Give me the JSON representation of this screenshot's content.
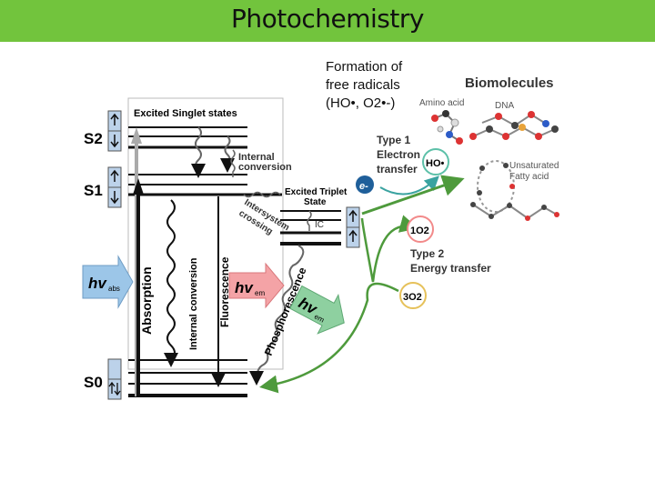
{
  "slide": {
    "title": "Photochemistry",
    "note_line1": "Formation of",
    "note_line2": "free radicals",
    "note_line3": "(HO•, O2•-)"
  },
  "diagram": {
    "excited_singlet": "Excited Singlet states",
    "s2": "S2",
    "s1": "S1",
    "s0": "S0",
    "internal_conversion_top1": "Internal",
    "internal_conversion_top2": "conversion",
    "intersystem1": "Intersystem",
    "intersystem2": "crossing",
    "triplet1": "Excited Triplet",
    "triplet2": "State",
    "ic": "IC",
    "hv_abs": "hv",
    "hv_abs_sub": "abs",
    "absorption": "Absorption",
    "internal_conversion_vert": "Internal conversion",
    "fluorescence": "Fluorescence",
    "hv_em1": "hv",
    "hv_em1_sub": "em",
    "phosphorescence": "Phosphorescence",
    "hv_em2": "hv",
    "hv_em2_sub": "em",
    "type1_1": "Type 1",
    "type1_2": "Electron",
    "type1_3": "transfer",
    "ho": "HO•",
    "electron": "e-",
    "type2_1": "Type 2",
    "type2_2": "Energy transfer",
    "singlet_o2": "1O2",
    "triplet_o2": "3O2",
    "biomolecules": "Biomolecules",
    "amino_acid": "Amino acid",
    "dna": "DNA",
    "unsat1": "Unsaturated",
    "unsat2": "Fatty acid"
  },
  "colors": {
    "title_bar": "#72c43d",
    "arrow_pink": "#f4a3a6",
    "arrow_green": "#8ed0a0",
    "arrow_blue": "#9cc6e8",
    "green_curve": "#4e9a3c",
    "type1_curve": "#3aa3a0"
  }
}
